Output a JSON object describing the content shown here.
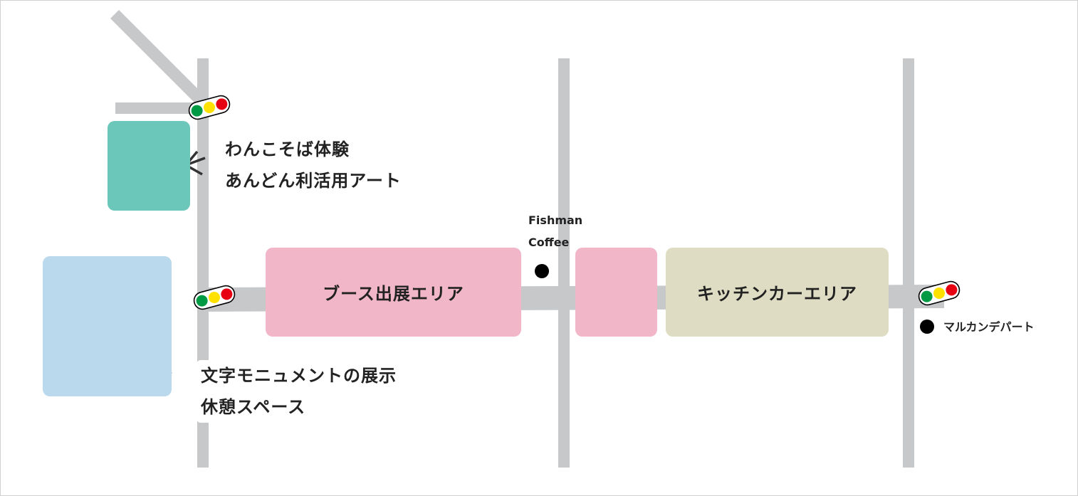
{
  "colors": {
    "road": "#c7c8ca",
    "teal": "#6cc7bb",
    "blue": "#bad9ec",
    "pink": "#f2b6c9",
    "khaki": "#dedcc2",
    "signal_green": "#009944",
    "signal_yellow": "#ffe100",
    "signal_red": "#e60012"
  },
  "areas": {
    "booth": "ブース出展エリア",
    "kitchen_car": "キッチンカーエリア"
  },
  "labels": {
    "wanko_line1": "わんこそば体験",
    "wanko_line2": "あんどん利活用アート",
    "monument_line1": "文字モニュメントの展示",
    "monument_line2": "休憩スペース",
    "fishman_line1": "Fishman",
    "fishman_line2": "Coffee",
    "marukan": "マルカンデパート"
  },
  "icons": [
    "traffic-light-icon",
    "arrow-left-icon",
    "location-dot-icon"
  ]
}
